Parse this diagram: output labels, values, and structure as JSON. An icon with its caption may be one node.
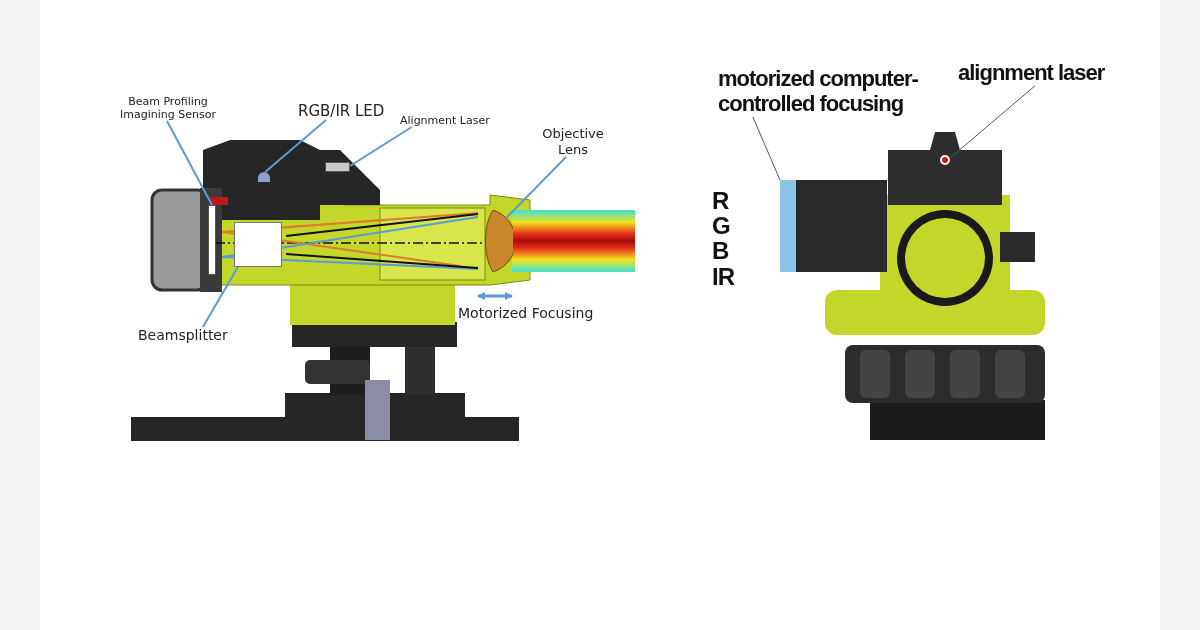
{
  "diagram": {
    "nodes": [
      {
        "text": [
          "Beam Profiling Imagining Sensor"
        ]
      },
      {
        "text": [],
        "shape": "box"
      },
      {
        "text": [
          "RGB/IR LED"
        ]
      },
      {
        "text": [],
        "shape": "circle"
      },
      {
        "text": [
          "Alignment Laser"
        ]
      },
      {
        "text": [],
        "shape": "box"
      },
      {
        "text": [
          "Objective Lens"
        ]
      },
      {
        "text": [],
        "shape": "circle"
      },
      {
        "text": [
          "Beamsplitter"
        ]
      },
      {
        "text": [],
        "shape": "box"
      },
      {
        "text": [
          "motorized computer-controlled focusing"
        ]
      },
      {
        "text": [],
        "shape": "box"
      },
      {
        "text": [
          "alignment laser"
        ]
      },
      {
        "text": [],
        "shape": "circle"
      }
    ],
    "edges": [
      {
        "from": 0,
        "to": 1,
        "arrow": "none"
      },
      {
        "from": 2,
        "to": 3,
        "arrow": "none"
      },
      {
        "from": 4,
        "to": 5,
        "arrow": "none"
      },
      {
        "from": 6,
        "to": 7,
        "arrow": "none"
      },
      {
        "from": 8,
        "to": 9,
        "arrow": "none"
      },
      {
        "from": 10,
        "to": 11,
        "arrow": "none",
        "color": "#555555"
      },
      {
        "from": 12,
        "to": 13,
        "arrow": "none",
        "color": "#555555"
      }
    ],
    "labels": [
      "Motorized Focusing",
      "R G B IR"
    ]
  }
}
